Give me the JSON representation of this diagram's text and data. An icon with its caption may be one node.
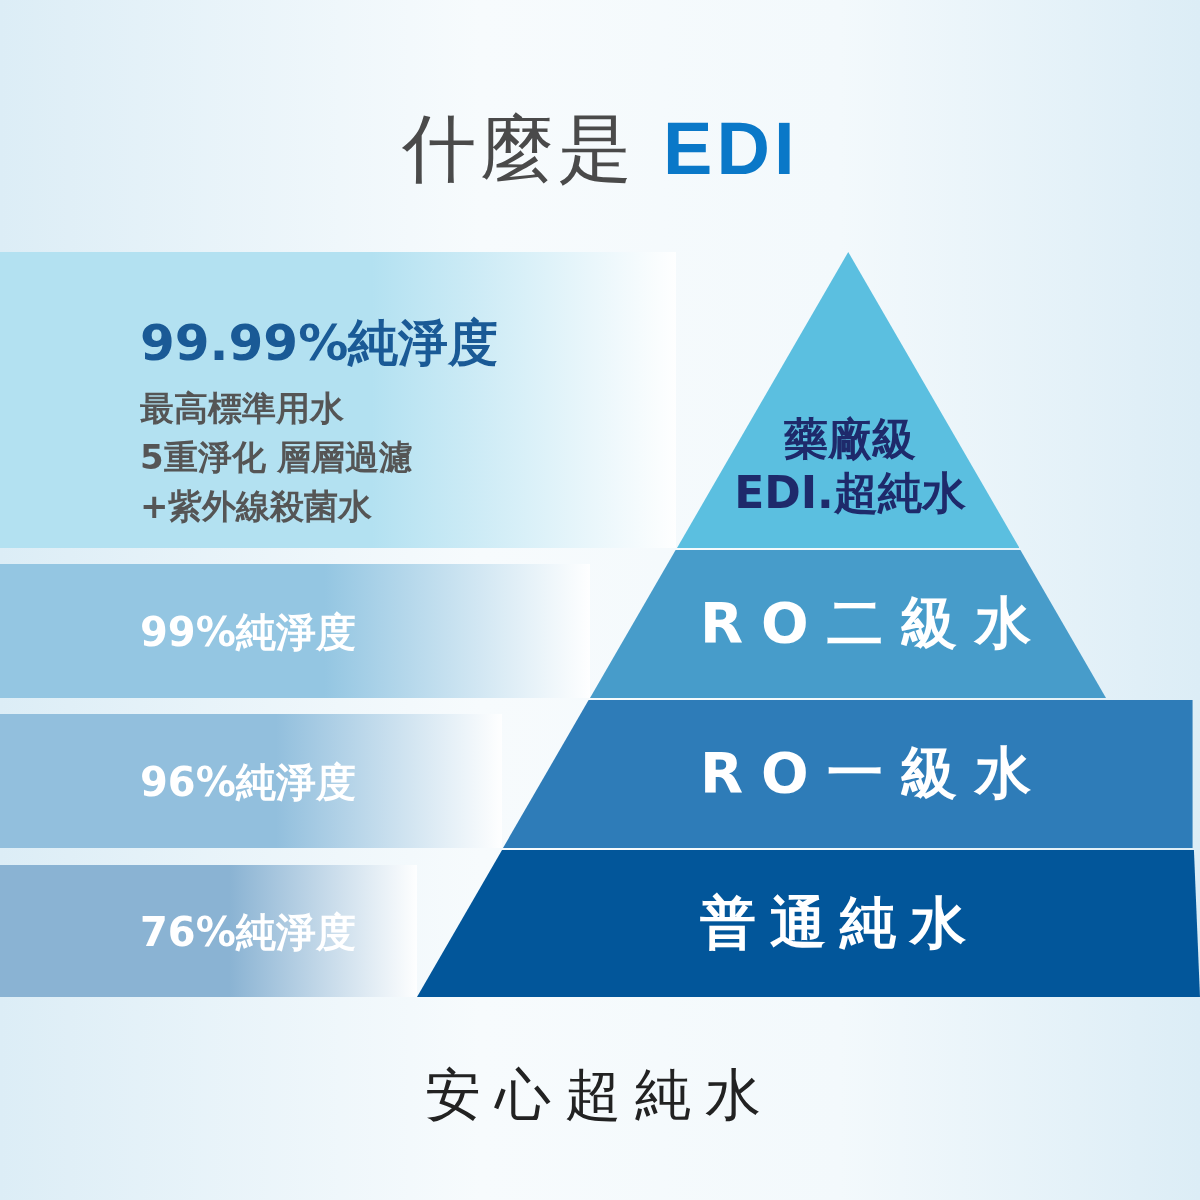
{
  "diagram": {
    "title": "什麼是 **EDI**",
    "caption": "安心超純水",
    "nodes": [
      {
        "text": [
          "99.99%純淨度",
          "最高標準用水5重淨化 層層過濾+紫外線殺菌水"
        ]
      },
      {
        "text": [
          "藥廠級EDI.超純水"
        ]
      },
      {
        "text": [
          "99%純淨度"
        ]
      },
      {
        "text": [
          "RO二級水"
        ]
      },
      {
        "text": [
          "96%純淨度"
        ]
      },
      {
        "text": [
          "RO一級水"
        ]
      },
      {
        "text": [
          "76%純淨度"
        ]
      },
      {
        "text": [
          "普通純水"
        ]
      }
    ]
  }
}
